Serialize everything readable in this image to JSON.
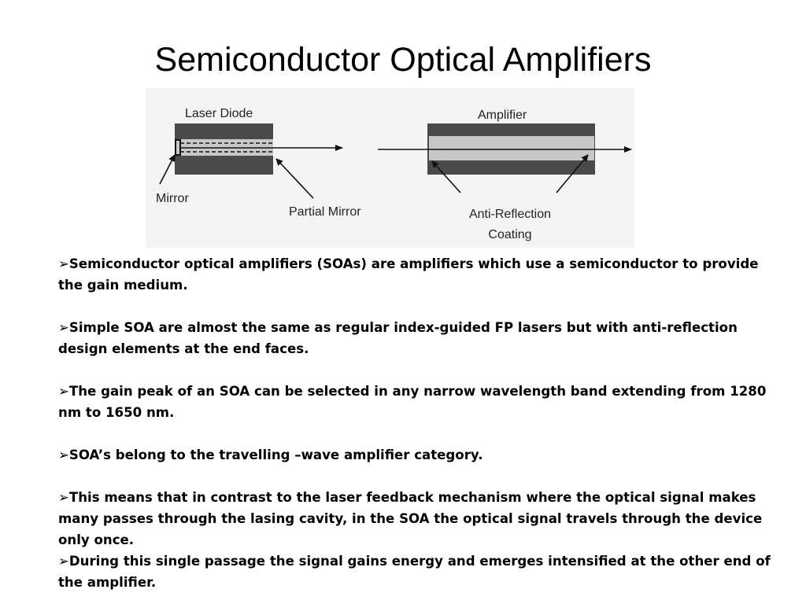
{
  "slide": {
    "title": "Semiconductor Optical Amplifiers"
  },
  "diagram": {
    "laser_diode_label": "Laser Diode",
    "amplifier_label": "Amplifier",
    "mirror_label": "Mirror",
    "partial_mirror_label": "Partial Mirror",
    "anti_reflection_label_line1": "Anti-Reflection",
    "anti_reflection_label_line2": "Coating"
  },
  "bullets": [
    {
      "marker": "➢",
      "text": "Semiconductor optical amplifiers (SOAs) are amplifiers which use a semiconductor to provide the gain medium."
    },
    {
      "marker": "➢",
      "text": "Simple SOA are almost the same as regular index-guided FP lasers but with anti-reflection design elements at the end faces."
    },
    {
      "marker": "➢",
      "text": "The gain peak of an SOA can be selected in any narrow wavelength band extending from 1280 nm to 1650 nm."
    },
    {
      "marker": "➢",
      "text": "SOA’s belong to the travelling –wave amplifier category."
    },
    {
      "marker": "➢",
      "text": "This means that in contrast to the laser feedback mechanism where the optical signal makes many passes through the lasing cavity, in the SOA the optical signal travels through the device only once."
    },
    {
      "marker": "➢",
      "text": "During this single passage the signal gains energy and emerges intensified at the other end of the amplifier."
    }
  ]
}
